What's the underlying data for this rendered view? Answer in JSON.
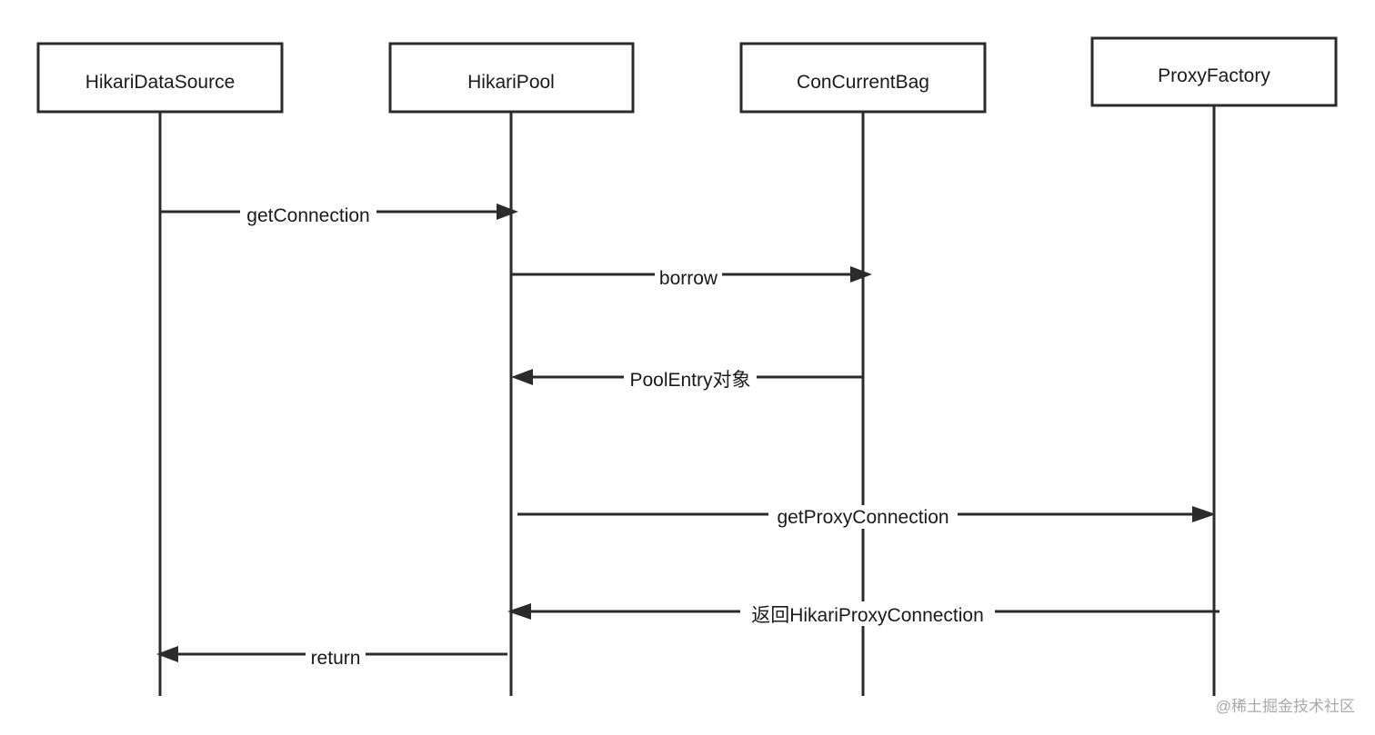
{
  "participants": [
    {
      "id": "hikari-data-source",
      "label": "HikariDataSource"
    },
    {
      "id": "hikari-pool",
      "label": "HikariPool"
    },
    {
      "id": "concurrent-bag",
      "label": "ConCurrentBag"
    },
    {
      "id": "proxy-factory",
      "label": "ProxyFactory"
    }
  ],
  "messages": [
    {
      "id": "get-connection",
      "label": "getConnection",
      "from": 0,
      "to": 1
    },
    {
      "id": "borrow",
      "label": "borrow",
      "from": 1,
      "to": 2
    },
    {
      "id": "pool-entry",
      "label": "PoolEntry对象",
      "from": 2,
      "to": 1
    },
    {
      "id": "get-proxy-connection",
      "label": "getProxyConnection",
      "from": 1,
      "to": 3
    },
    {
      "id": "return-hikari-proxy-connection",
      "label": "返回HikariProxyConnection",
      "from": 3,
      "to": 1
    },
    {
      "id": "return",
      "label": "return",
      "from": 1,
      "to": 0
    }
  ],
  "watermark": "@稀土掘金技术社区",
  "colors": {
    "line": "#2b2b2b",
    "text": "#1a1a1a",
    "watermark": "#a8a8a8",
    "background": "#ffffff"
  }
}
